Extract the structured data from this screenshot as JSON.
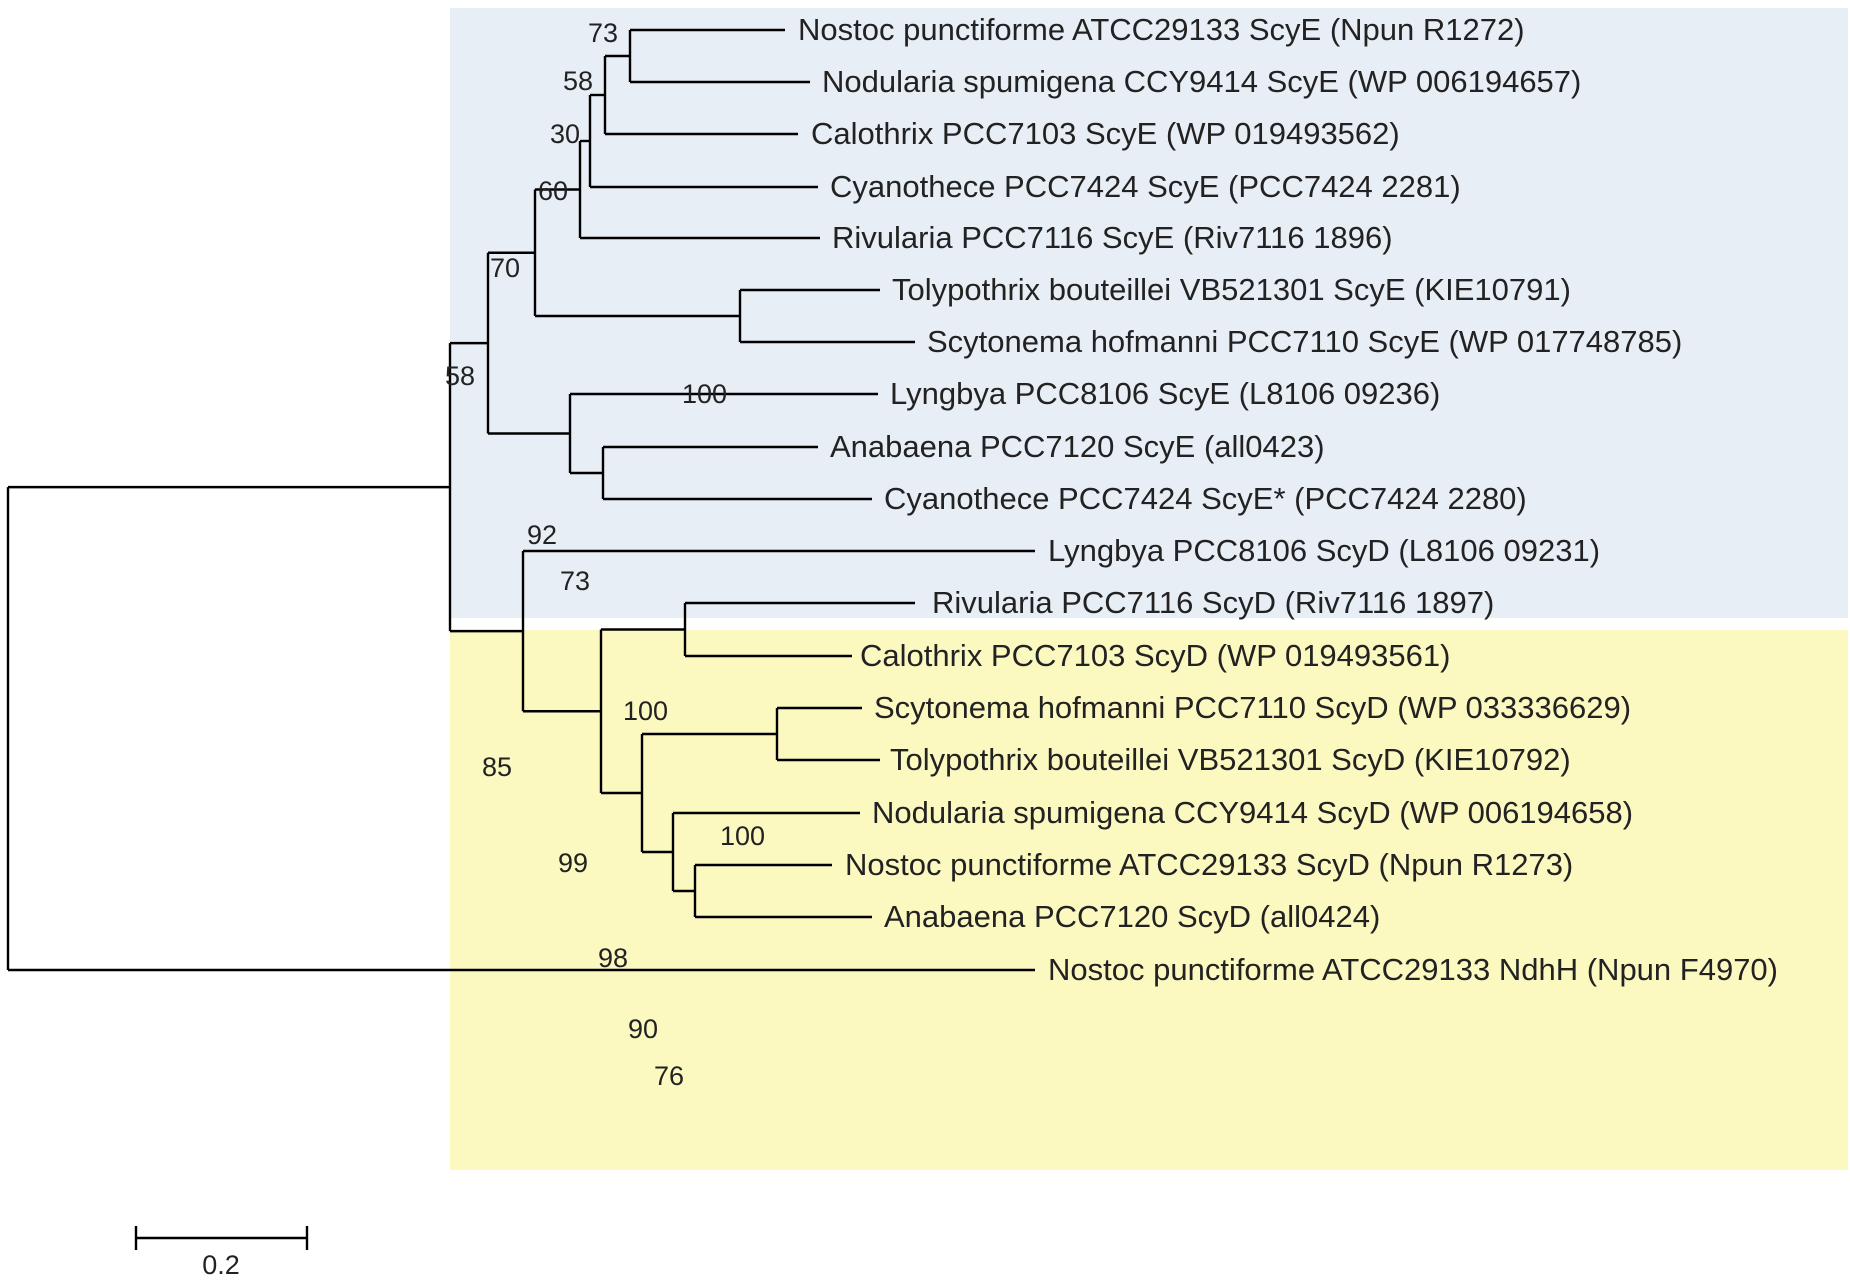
{
  "colors": {
    "scye_clade_bg": "#e8eef6",
    "scyd_clade_bg": "#fbf8c0",
    "branch": "#000000",
    "text": "#222222"
  },
  "tree": {
    "tips": [
      "Nostoc punctiforme ATCC29133 ScyE (Npun R1272)",
      "Nodularia spumigena CCY9414 ScyE (WP 006194657)",
      "Calothrix PCC7103 ScyE (WP 019493562)",
      "Cyanothece PCC7424 ScyE (PCC7424 2281)",
      "Rivularia PCC7116 ScyE (Riv7116 1896)",
      "Tolypothrix bouteillei VB521301 ScyE (KIE10791)",
      "Scytonema hofmanni PCC7110 ScyE (WP 017748785)",
      "Lyngbya PCC8106 ScyE (L8106 09236)",
      "Anabaena PCC7120 ScyE (all0423)",
      "Cyanothece PCC7424 ScyE* (PCC7424 2280)",
      "Lyngbya PCC8106 ScyD (L8106 09231)",
      "Rivularia PCC7116 ScyD (Riv7116 1897)",
      "Calothrix PCC7103 ScyD (WP 019493561)",
      "Scytonema hofmanni PCC7110 ScyD (WP 033336629)",
      "Tolypothrix bouteillei VB521301 ScyD (KIE10792)",
      "Nodularia spumigena CCY9414 ScyD (WP 006194658)",
      "Nostoc punctiforme ATCC29133 ScyD (Npun R1273)",
      "Anabaena PCC7120 ScyD (all0424)",
      "Nostoc punctiforme ATCC29133 NdhH (Npun F4970)"
    ],
    "support_values": [
      "73",
      "58",
      "30",
      "60",
      "70",
      "100",
      "58",
      "92",
      "73",
      "85",
      "100",
      "99",
      "100",
      "98",
      "90",
      "76"
    ],
    "scale_bar_label": "0.2"
  }
}
